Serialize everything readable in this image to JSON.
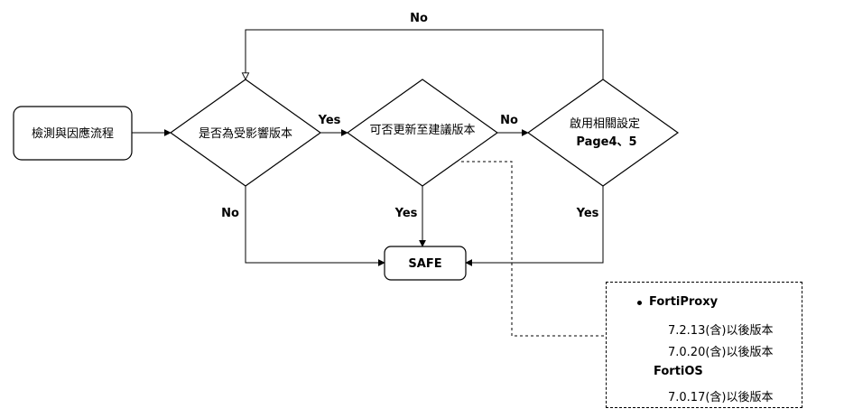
{
  "nodes": {
    "start": "檢測與因應流程",
    "decision_affected": "是否為受影響版本",
    "decision_update": "可否更新至建議版本",
    "decision_settings_line1": "啟用相關設定",
    "decision_settings_line2": "Page4、5",
    "safe": "SAFE"
  },
  "edges": {
    "affected_yes": "Yes",
    "affected_no": "No",
    "update_yes": "Yes",
    "update_no": "No",
    "settings_yes": "Yes",
    "settings_no": "No"
  },
  "note": {
    "products": [
      {
        "name": "FortiProxy",
        "bullet": true,
        "versions": [
          "7.2.13(含)以後版本",
          "7.0.20(含)以後版本"
        ]
      },
      {
        "name": "FortiOS",
        "bullet": false,
        "versions": [
          "7.0.17(含)以後版本"
        ]
      }
    ]
  }
}
